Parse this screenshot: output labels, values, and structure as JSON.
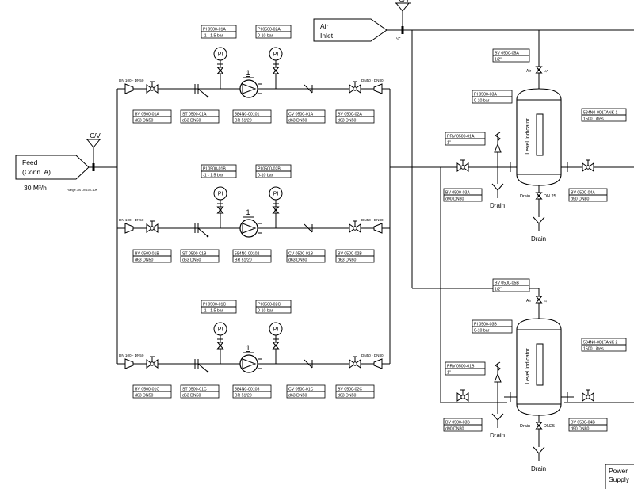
{
  "feed": {
    "line1": "Feed",
    "line2": "(Conn. A)",
    "flow": "30 M³/h",
    "flange": "Flange JIS DN100-10K"
  },
  "air": {
    "line1": "Air",
    "line2": "Inlet"
  },
  "check_valve_label": "C/V",
  "power": {
    "line1": "Power",
    "line2": "Supply"
  },
  "drain_label": "Drain",
  "pi_symbol": "PI",
  "air_label": "Air",
  "quarter_inch": "¼\"",
  "level_indicator": "Level Indicator",
  "rows": [
    {
      "reducer_left": "DN 100 - DN50",
      "reducer_right": "DN50 - DN80",
      "pump_num": "1",
      "pi_left": {
        "tag": "PI    0500-01A",
        "range": "-1 - 1.5 bar"
      },
      "pi_right": {
        "tag": "PI    0500-02A",
        "range": "0-10 bar"
      },
      "bv_in": {
        "tag": "BV    0500-01A",
        "size": "d63 DN50"
      },
      "strainer": {
        "tag": "ST    0500-01A",
        "size": "d63 DN50"
      },
      "pump": {
        "tag": "584N0-00101",
        "model": "BR 51/20"
      },
      "cv": {
        "tag": "CV    0500-01A",
        "size": "d63 DN50"
      },
      "bv_out": {
        "tag": "BV    0500-02A",
        "size": "d63 DN50"
      }
    },
    {
      "reducer_left": "DN 100 - DN50",
      "reducer_right": "DN50 - DN80",
      "pump_num": "1",
      "pi_left": {
        "tag": "PI    0500-01B",
        "range": "-1 - 1.5 bar"
      },
      "pi_right": {
        "tag": "PI    0500-02B",
        "range": "0-10 bar"
      },
      "bv_in": {
        "tag": "BV    0500-01B",
        "size": "d63 DN50"
      },
      "strainer": {
        "tag": "ST    0500-01B",
        "size": "d63 DN50"
      },
      "pump": {
        "tag": "584N0-00102",
        "model": "BR 51/20"
      },
      "cv": {
        "tag": "CV    0500-01B",
        "size": "d63 DN50"
      },
      "bv_out": {
        "tag": "BV    0500-02B",
        "size": "d63 DN50"
      }
    },
    {
      "reducer_left": "DN 100 - DN50",
      "reducer_right": "DN50 - DN80",
      "pump_num": "1",
      "pi_left": {
        "tag": "PI    0500-01C",
        "range": "-1 - 1.5 bar"
      },
      "pi_right": {
        "tag": "PI    0500-02C",
        "range": "0-10 bar"
      },
      "bv_in": {
        "tag": "BV    0500-01C",
        "size": "d63 DN50"
      },
      "strainer": {
        "tag": "ST    0500-01C",
        "size": "d63 DN50"
      },
      "pump": {
        "tag": "584N0-00103",
        "model": "BR 51/20"
      },
      "cv": {
        "tag": "CV    0500-01C",
        "size": "d63 DN50"
      },
      "bv_out": {
        "tag": "BV    0500-02C",
        "size": "d63 DN50"
      }
    }
  ],
  "tanks": [
    {
      "tag": "584N0-001TANK 1",
      "capacity": "1500 Litres",
      "bv_air": {
        "tag": "BV    0500-05A",
        "size": "1/2\""
      },
      "pi": {
        "tag": "PI    0500-03A",
        "range": "0-10 bar"
      },
      "prv": {
        "tag": "PRV   0500-01A",
        "size": "1\""
      },
      "bv_in": {
        "tag": "BV    0500-03A",
        "size": "d90 DN80"
      },
      "bv_out": {
        "tag": "BV    0500-04A",
        "size": "d90 DN80"
      },
      "drain_size": "DN 25"
    },
    {
      "tag": "584N0-001TANK 2",
      "capacity": "1500 Litres",
      "bv_air": {
        "tag": "BV    0500-05B",
        "size": "1/2\""
      },
      "pi": {
        "tag": "PI    0500-03B",
        "range": "0-10 bar"
      },
      "prv": {
        "tag": "PRV   0500-01B",
        "size": "1\""
      },
      "bv_in": {
        "tag": "BV    0500-03B",
        "size": "d90 DN80"
      },
      "bv_out": {
        "tag": "BV    0500-04B",
        "size": "d90 DN80"
      },
      "drain_size": "DN25"
    }
  ]
}
